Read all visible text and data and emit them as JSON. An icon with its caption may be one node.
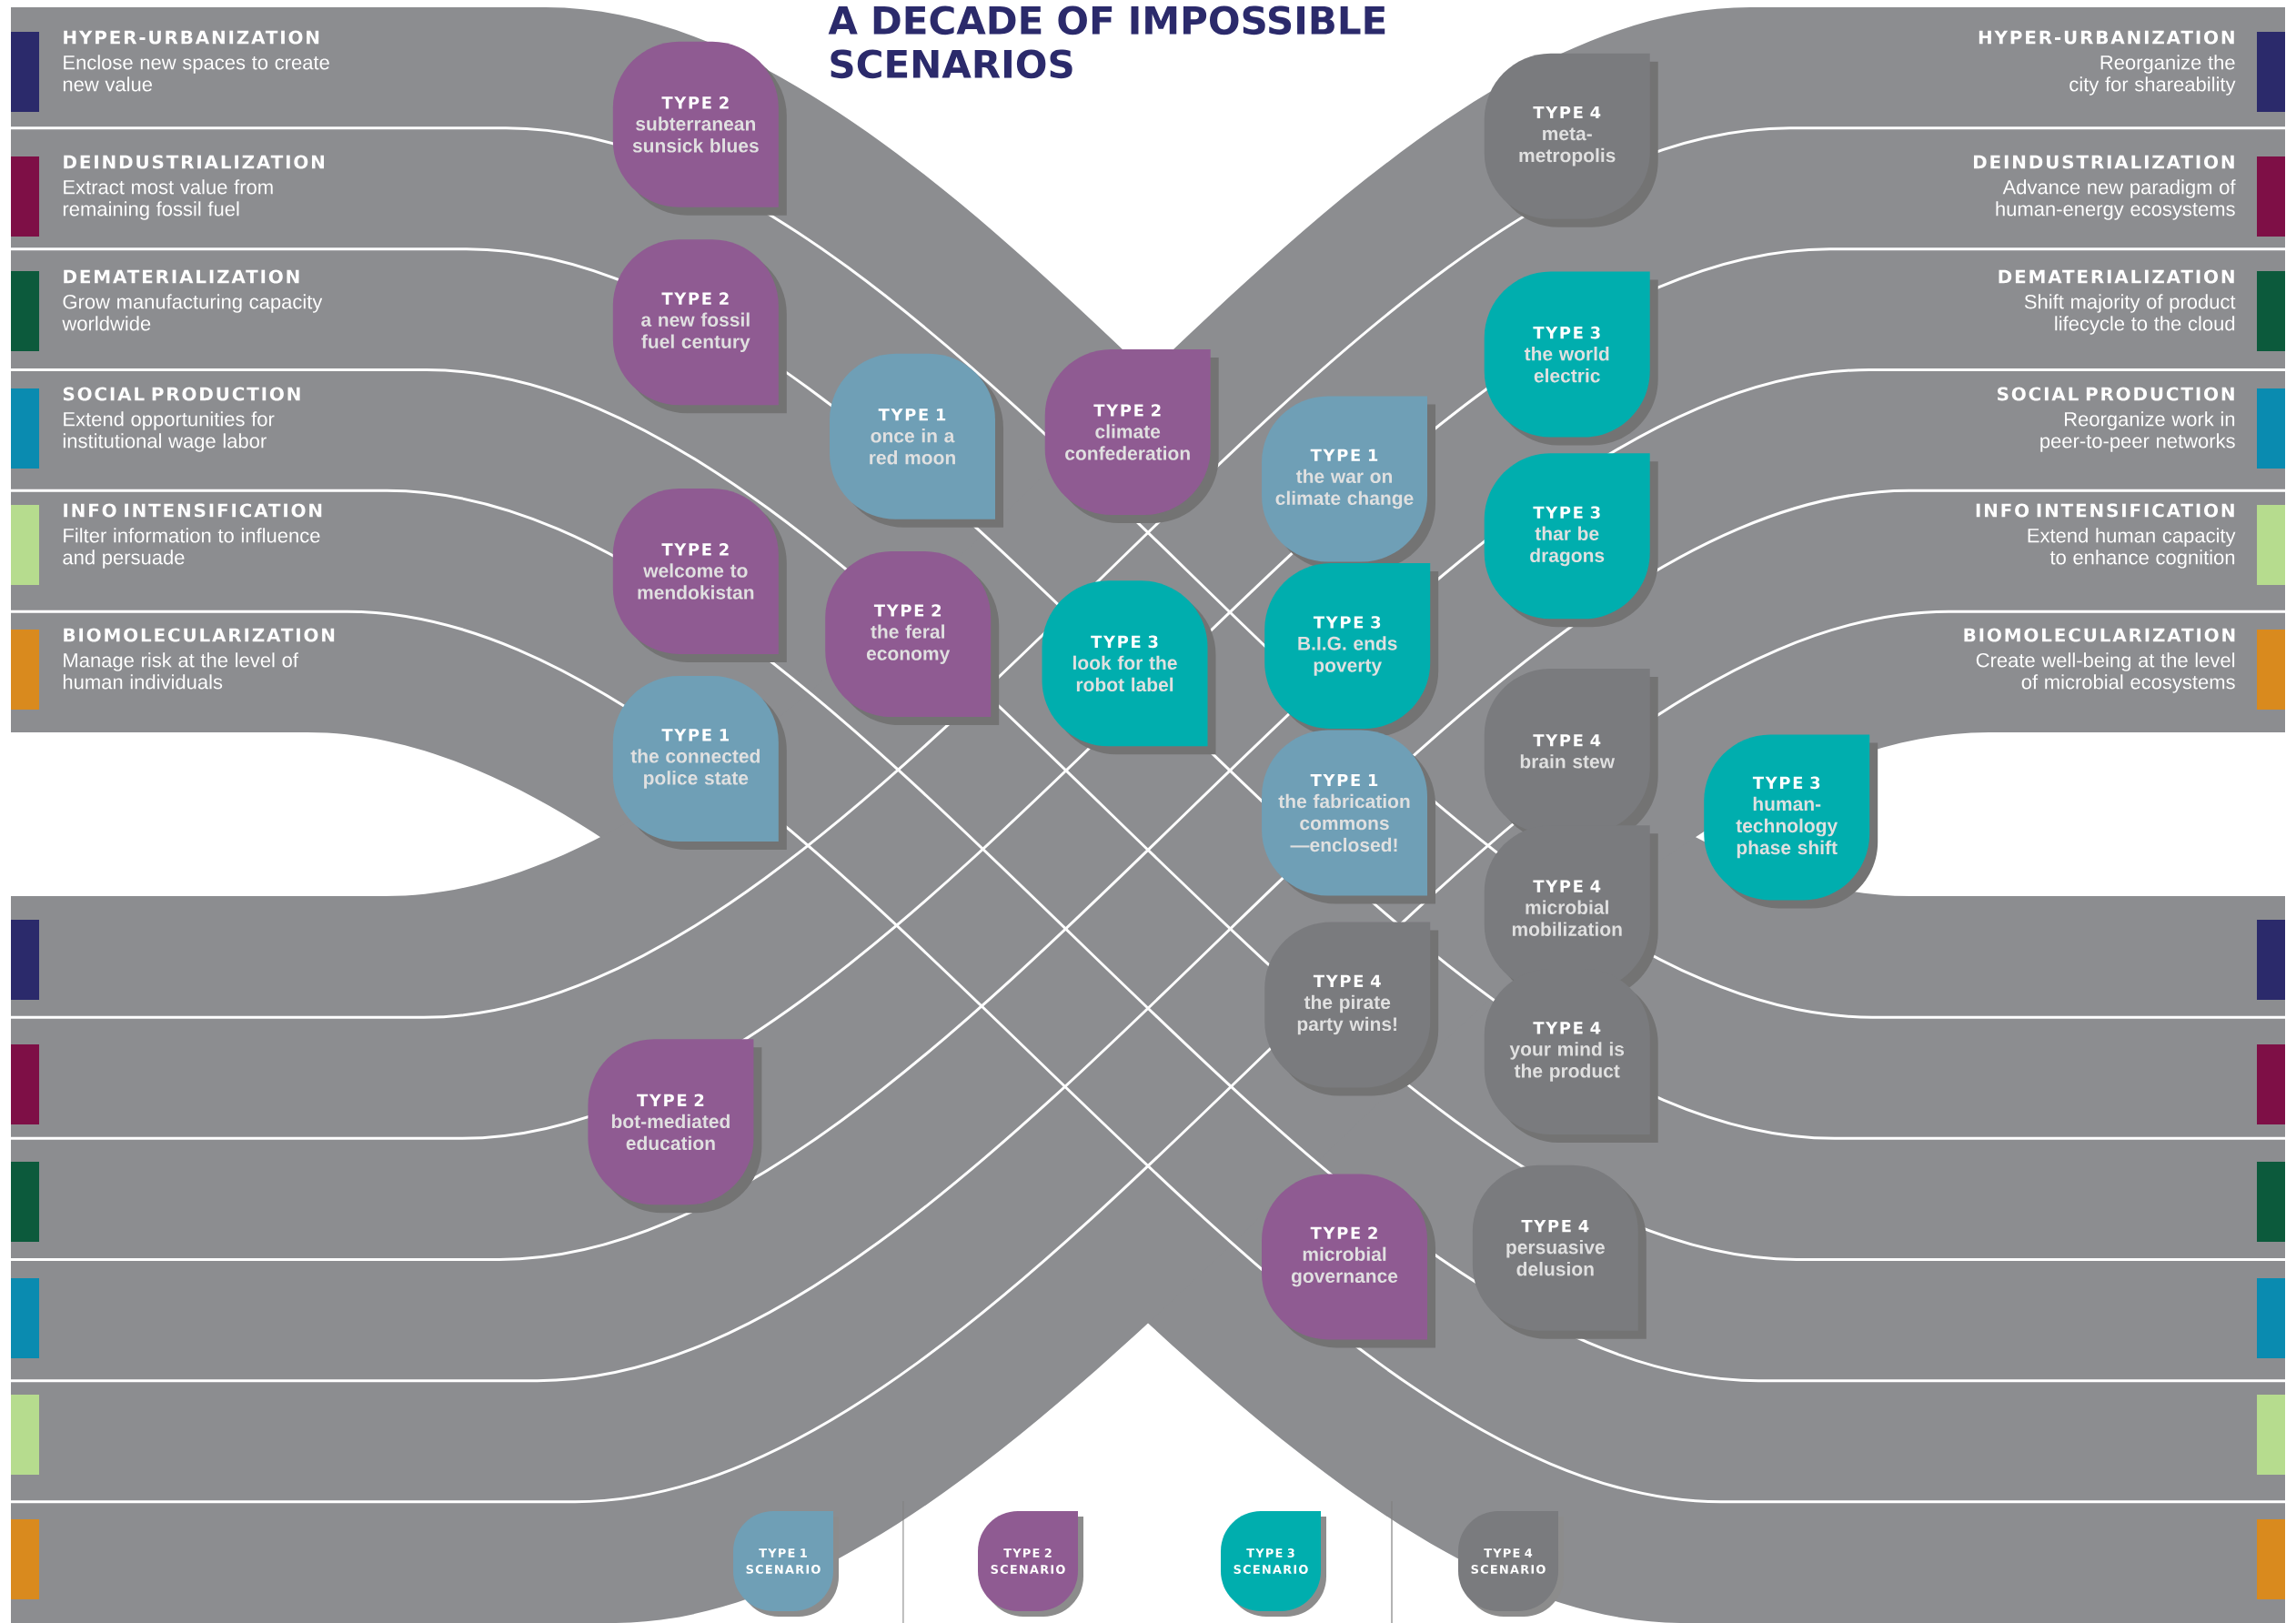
{
  "diagram": {
    "title": "A DECADE OF IMPOSSIBLE SCENARIOS",
    "nodes": [
      {
        "text": [
          "HYPER-URBANIZATION",
          "Enclose new spaces to create new value"
        ]
      },
      {
        "text": [
          "DEINDUSTRIALIZATION",
          "Extract most value from remaining fossil fuel"
        ]
      },
      {
        "text": [
          "DEMATERIALIZATION",
          "Grow manufacturing capacity worldwide"
        ]
      },
      {
        "text": [
          "SOCIAL PRODUCTION",
          "Extend opportunities for institutional wage labor"
        ]
      },
      {
        "text": [
          "INFO INTENSIFICATION",
          "Filter information to influence and persuade"
        ]
      },
      {
        "text": [
          "BIOMOLECULARIZATION",
          "Manage risk at the level of human individuals"
        ]
      },
      {
        "text": [
          "HYPER-URBANIZATION",
          "Reorganize the city for shareability"
        ]
      },
      {
        "text": [
          "DEINDUSTRIALIZATION",
          "Advance new paradigm of human-energy ecosystems"
        ]
      },
      {
        "text": [
          "DEMATERIALIZATION",
          "Shift majority of product lifecycle to the cloud"
        ]
      },
      {
        "text": [
          "SOCIAL PRODUCTION",
          "Reorganize work in peer-to-peer networks"
        ]
      },
      {
        "text": [
          "INFO INTENSIFICATION",
          "Extend human capacity to enhance cognition"
        ]
      },
      {
        "text": [
          "BIOMOLECULARIZATION",
          "Create well-being at the level of microbial ecosystems"
        ]
      },
      {
        "text": [
          "TYPE 2",
          "subterranean sunsick blues"
        ]
      },
      {
        "text": [
          "TYPE 4",
          "meta-metropolis"
        ]
      },
      {
        "text": [
          "TYPE 2",
          "a new fossil fuel century"
        ]
      },
      {
        "text": [
          "TYPE 3",
          "the world electric"
        ]
      },
      {
        "text": [
          "TYPE 1",
          "once in a red moon"
        ]
      },
      {
        "text": [
          "TYPE 2",
          "climate confederation"
        ]
      },
      {
        "text": [
          "TYPE 1",
          "the war on climate change"
        ]
      },
      {
        "text": [
          "TYPE 3",
          "thar be dragons"
        ]
      },
      {
        "text": [
          "TYPE 2",
          "welcome to mendokistan"
        ]
      },
      {
        "text": [
          "TYPE 2",
          "the feral economy"
        ]
      },
      {
        "text": [
          "TYPE 3",
          "B.I.G. ends poverty"
        ]
      },
      {
        "text": [
          "TYPE 3",
          "look for the robot label"
        ]
      },
      {
        "text": [
          "TYPE 4",
          "brain stew"
        ]
      },
      {
        "text": [
          "TYPE 1",
          "the connected police state"
        ]
      },
      {
        "text": [
          "TYPE 1",
          "the fabrication commons—enclosed!"
        ]
      },
      {
        "text": [
          "TYPE 3",
          "human-technology phase shift"
        ]
      },
      {
        "text": [
          "TYPE 4",
          "microbial mobilization"
        ]
      },
      {
        "text": [
          "TYPE 4",
          "the pirate party wins!"
        ]
      },
      {
        "text": [
          "TYPE 4",
          "your mind is the product"
        ]
      },
      {
        "text": [
          "TYPE 2",
          "bot-mediated education"
        ]
      },
      {
        "text": [
          "TYPE 4",
          "persuasive delusion"
        ]
      },
      {
        "text": [
          "TYPE 2",
          "microbial governance"
        ]
      }
    ],
    "legend": [
      {
        "text": "TYPE 1 SCENARIO",
        "color": "#6f9fb6"
      },
      {
        "text": "TYPE 2 SCENARIO",
        "color": "#8f5b92"
      },
      {
        "text": "TYPE 3 SCENARIO",
        "color": "#00aeae"
      },
      {
        "text": "TYPE 4 SCENARIO",
        "color": "#7a7b7e"
      }
    ]
  }
}
